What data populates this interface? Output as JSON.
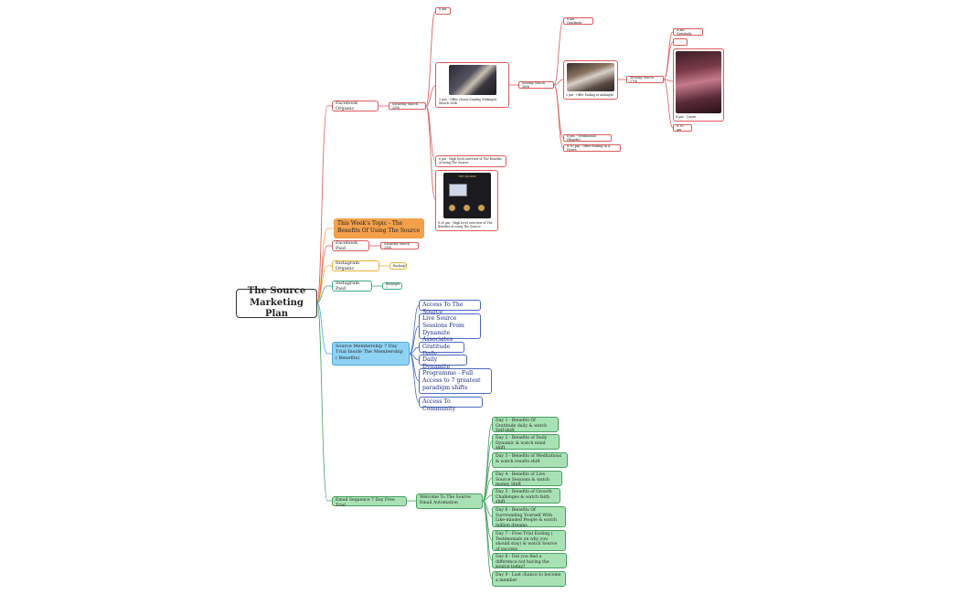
{
  "root": {
    "title": "The Source Marketing Plan"
  },
  "topic": "This Week's Topic - The Benefits Of Using The Source",
  "facebook_organic": {
    "label": "Facebook Organic",
    "saturday": "Saturday March 25th",
    "items": {
      "t8am": "8 am -",
      "t2pm": "2 pm - Offer closes Sunday Midnight March 26th",
      "sunday": "Sunday March 26th",
      "sun8am": "8 am - Gratitude",
      "sun2pm": "2 pm - Offer Ending at midnight",
      "monday": "Monday March 27th",
      "mon8am": "8 am - Gratitude",
      "mon_blank": "",
      "mon4pm": "4 pm - Quote",
      "mon830": "8.30 pm -",
      "sun6pm": "6 pm - Testimonial (Benefit)",
      "sun830": "8.30 pm - Offer Ending in 4 Hours",
      "sat6pm": "6 pm - High level overview of The Benefits of using The Source",
      "sat830": "8.30 pm - High level overview of The Benefits of using The Source",
      "image_title": "THE SOURCE"
    }
  },
  "facebook_paid": {
    "label": "Facebook Paid",
    "date": "Saturday March 25th"
  },
  "instagram_organic": {
    "label": "Instagram Organic",
    "child": "Backup?"
  },
  "instagram_paid": {
    "label": "Instagram Paid",
    "child": "Retarget ?"
  },
  "membership": {
    "label": "Source Membership 7 Day Trial Inside The Membership ( Benefits)",
    "benefits": [
      "Access To The Source",
      "Live Source Sessions From Dynamite Associates",
      "Gratitude Daily",
      "Daily Dynamite",
      "Programme - Full Access to 7 greatest paradigm shifts",
      "Access To Community"
    ]
  },
  "email": {
    "label": "Email Sequence 7 Day Free Trial",
    "welcome": "Welcome To The Source Email Automation",
    "days": [
      "Day 1 - Benefits Of Gratitude daily & watch Self-shift",
      "Day 2 - Benefits of Daily Dynamic & watch mind shift",
      "Day 3 - Benefits of Meditations & watch results shift",
      "Day 4 - Benefits of Live Source Sessions & watch money Shift",
      "Day 5 - Benefits of Growth Challenges & watch faith shift",
      "Day 6 - Benefits Of Surrounding Yourself With Like-minded People & watch million dreams",
      "Day 7 - Free Trial Ending ( Testimonials on why you should stay) & watch Source of success",
      "Day 8 - Did you find a difference not having the source today?",
      "Day 9 - Last chance to become a member"
    ]
  },
  "colors": {
    "red": "#e05a5a",
    "orange": "#f4a04b",
    "yellow": "#e6b52f",
    "teal": "#3aaa8a",
    "blue_fill": "#8fd3f4",
    "benefit_border": "#4b68c4",
    "green_fill": "#a8e2b4"
  }
}
